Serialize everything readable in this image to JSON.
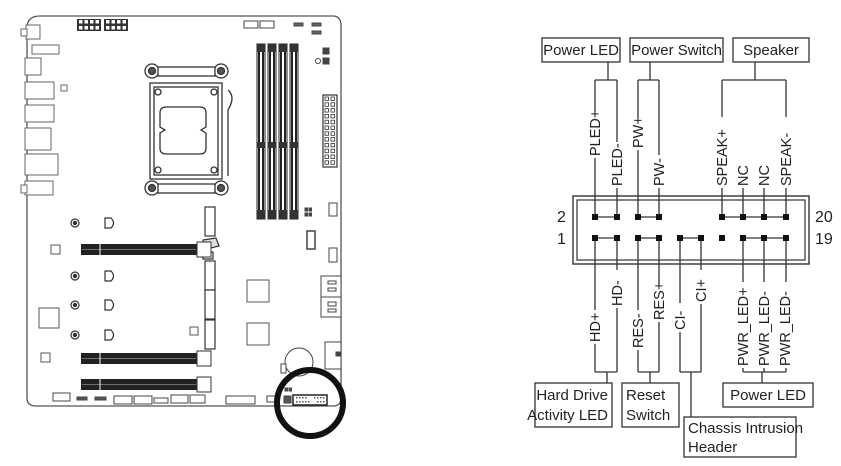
{
  "figure": {
    "description": "Motherboard layout with front panel header (F_PANEL) location circled, and pinout diagram"
  },
  "board": {
    "highlight": "front-panel-header",
    "components": {
      "cpu_socket": "CPU socket",
      "dimm_slots": 4,
      "pcie_x16_slots": 3,
      "m2_slots": 4,
      "atx_power": "24-pin ATX power connector"
    }
  },
  "header": {
    "pin_number_labels": {
      "top_left": "2",
      "top_right": "20",
      "bottom_left": "1",
      "bottom_right": "19"
    },
    "top_row_pins": [
      {
        "label": "PLED+",
        "present": true
      },
      {
        "label": "PLED-",
        "present": true
      },
      {
        "label": "PW+",
        "present": true
      },
      {
        "label": "PW-",
        "present": true
      },
      {
        "label": "",
        "present": false
      },
      {
        "label": "",
        "present": false
      },
      {
        "label": "SPEAK+",
        "present": true
      },
      {
        "label": "NC",
        "present": true
      },
      {
        "label": "NC",
        "present": true
      },
      {
        "label": "SPEAK-",
        "present": true
      }
    ],
    "bottom_row_pins": [
      {
        "label": "HD+",
        "present": true
      },
      {
        "label": "HD-",
        "present": true
      },
      {
        "label": "RES-",
        "present": true
      },
      {
        "label": "RES+",
        "present": true
      },
      {
        "label": "CI-",
        "present": true
      },
      {
        "label": "CI+",
        "present": true
      },
      {
        "label": "",
        "present": false
      },
      {
        "label": "PWR_LED+",
        "present": true
      },
      {
        "label": "PWR_LED-",
        "present": true
      },
      {
        "label": "PWR_LED-",
        "present": true
      }
    ],
    "top_groups": [
      {
        "name": "Power LED",
        "pins": [
          0,
          1
        ]
      },
      {
        "name": "Power Switch",
        "pins": [
          2,
          3
        ]
      },
      {
        "name": "Speaker",
        "pins": [
          6,
          9
        ]
      }
    ],
    "bottom_groups": [
      {
        "name_lines": [
          "Hard Drive",
          "Activity LED"
        ],
        "pins": [
          0,
          1
        ]
      },
      {
        "name_lines": [
          "Reset",
          "Switch"
        ],
        "pins": [
          2,
          3
        ]
      },
      {
        "name_lines": [
          "Chassis Intrusion",
          "Header"
        ],
        "pins": [
          4,
          5
        ]
      },
      {
        "name_lines": [
          "Power LED"
        ],
        "pins": [
          7,
          8,
          9
        ]
      }
    ]
  },
  "labels": {
    "power_led_top": "Power LED",
    "power_switch": "Power Switch",
    "speaker": "Speaker",
    "hdd_line1": "Hard Drive",
    "hdd_line2": "Activity LED",
    "reset_line1": "Reset",
    "reset_line2": "Switch",
    "chassis_line1": "Chassis Intrusion",
    "chassis_line2": "Header",
    "power_led_bottom": "Power LED",
    "pin_pled_plus": "PLED+",
    "pin_pled_minus": "PLED-",
    "pin_pw_plus": "PW+",
    "pin_pw_minus": "PW-",
    "pin_speak_plus": "SPEAK+",
    "pin_nc1": "NC",
    "pin_nc2": "NC",
    "pin_speak_minus": "SPEAK-",
    "pin_hd_plus": "HD+",
    "pin_hd_minus": "HD-",
    "pin_res_minus": "RES-",
    "pin_res_plus": "RES+",
    "pin_ci_minus": "CI-",
    "pin_ci_plus": "CI+",
    "pin_pwr_led_plus": "PWR_LED+",
    "pin_pwr_led_minus1": "PWR_LED-",
    "pin_pwr_led_minus2": "PWR_LED-",
    "num_2": "2",
    "num_20": "20",
    "num_1": "1",
    "num_19": "19"
  }
}
